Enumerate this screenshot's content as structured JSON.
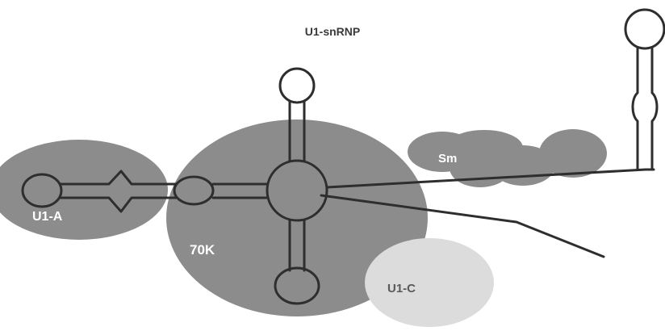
{
  "title": "U1-snRNP",
  "proteins": {
    "u1a": "U1-A",
    "k70": "70K",
    "sm": "Sm",
    "u1c": "U1-C"
  },
  "colors": {
    "protein_dark": "#8c8c8c",
    "protein_light": "#dcdcdc",
    "rna_stroke": "#2e2e2e",
    "label_light": "#ffffff",
    "label_dark": "#5a5a5a"
  }
}
